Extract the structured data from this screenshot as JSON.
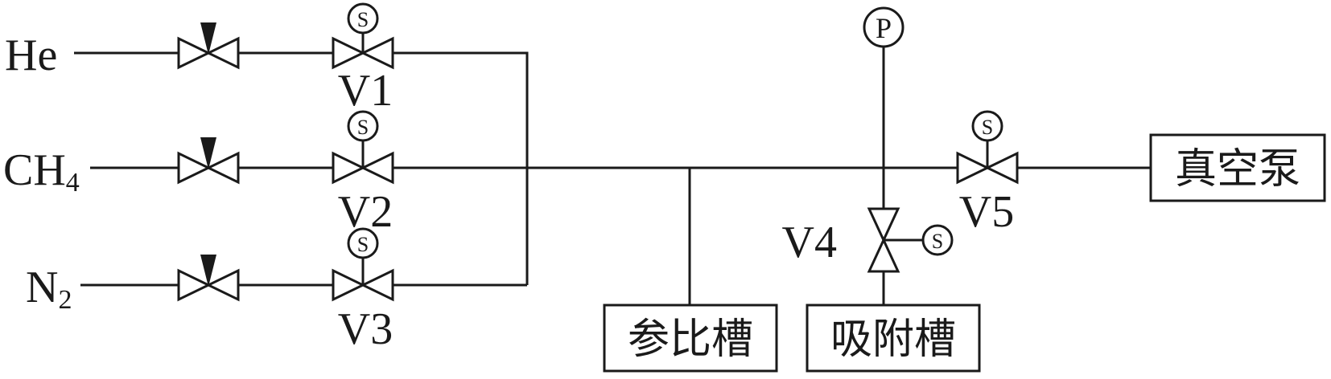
{
  "gases": {
    "he": "He",
    "ch4": {
      "base": "CH",
      "sub": "4"
    },
    "n2": {
      "base": "N",
      "sub": "2"
    }
  },
  "valves": {
    "v1": "V1",
    "v2": "V2",
    "v3": "V3",
    "v4": "V4",
    "v5": "V5"
  },
  "instruments": {
    "solenoid": "S",
    "pressure": "P"
  },
  "vessels": {
    "reference": "参比槽",
    "adsorption": "吸附槽",
    "vacuum_pump": "真空泵"
  }
}
